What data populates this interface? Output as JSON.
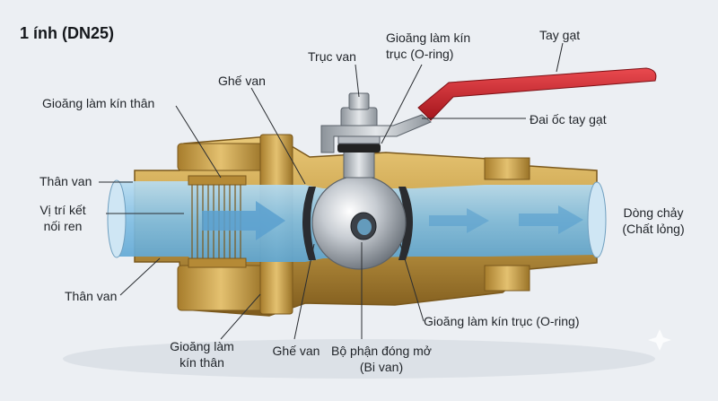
{
  "title": "1 ính (DN25)",
  "labels": {
    "tay_gat": "Tay gạt",
    "gioang_truc_top_line1": "Gioăng làm kín",
    "gioang_truc_top_line2": "trục (O-ring)",
    "truc_van": "Trục van",
    "ghe_van_top": "Ghế van",
    "gioang_than_top": "Gioăng làm kín thân",
    "dai_oc_tay_gat": "Đai ốc tay gạt",
    "than_van_top": "Thân van",
    "vi_tri_line1": "Vị trí kết",
    "vi_tri_line2": "nối ren",
    "dong_chay_line1": "Dòng chảy",
    "dong_chay_line2": "(Chất lỏng)",
    "than_van_bottom": "Thân van",
    "gioang_truc_bottom": "Gioăng làm kín trục (O-ring)",
    "gioang_than_bottom_line1": "Gioăng làm",
    "gioang_than_bottom_line2": "kín thân",
    "ghe_van_bottom": "Ghế van",
    "bo_phan_line1": "Bộ phận đóng mở",
    "bo_phan_line2": "(Bi van)"
  },
  "colors": {
    "brass": "#c9a14a",
    "brass_dark": "#8f6a22",
    "water": "#8fc6e6",
    "handle": "#c8202a",
    "steel": "#b9bec4"
  }
}
